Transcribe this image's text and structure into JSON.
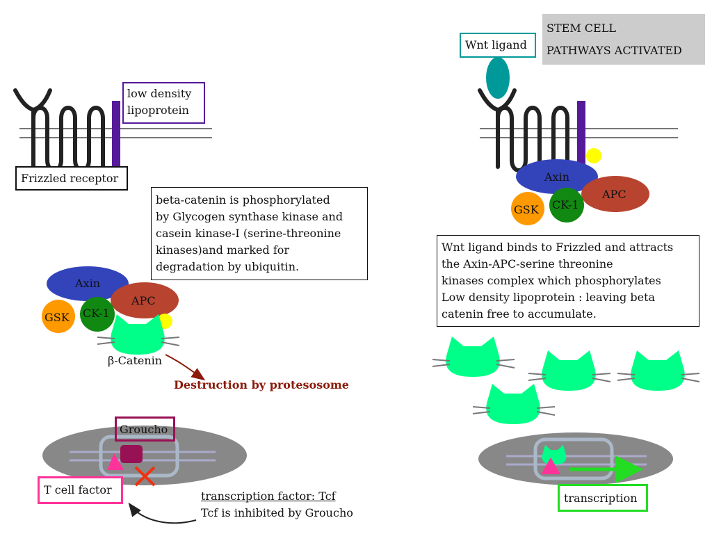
{
  "left": {
    "frizzled_label": "Frizzled receptor",
    "ldl_label_line1": "low density",
    "ldl_label_line2": "lipoprotein",
    "description": [
      "beta-catenin is phosphorylated",
      "by Glycogen synthase kinase and",
      "casein kinase-I (serine-threonine",
      "kinases)and marked for",
      "degradation by ubiquitin."
    ],
    "axin": "Axin",
    "apc": "APC",
    "gsk": "GSK",
    "ck1": "CK-1",
    "beta_catenin": "β-Catenin",
    "destruction": "Destruction by protesosome",
    "groucho": "Groucho",
    "t_cell_factor": "T cell factor",
    "tf_title": "transcription factor: Tcf",
    "tf_note": "Tcf is inhibited by Groucho"
  },
  "right": {
    "stem_line1": "STEM CELL",
    "stem_line2": "PATHWAYS ACTIVATED",
    "wnt_label": "Wnt ligand",
    "axin": "Axin",
    "apc": "APC",
    "gsk": "GSK",
    "ck1": "CK-1",
    "description": [
      "Wnt ligand binds to Frizzled and attracts",
      "the Axin-APC-serine threonine",
      "kinases complex  which phosphorylates",
      "Low density lipoprotein : leaving beta",
      "catenin free to accumulate."
    ],
    "transcription": "transcription"
  },
  "colors": {
    "axin": "#3344bb",
    "apc": "#b84430",
    "gsk": "#ff9900",
    "ck1": "#118811",
    "catenin": "#00ff88",
    "ldl": "#551a99",
    "wnt": "#009999",
    "groucho": "#991155",
    "tcf": "#ff3399",
    "nucleus": "#888888",
    "destruction_text": "#8b1a0a",
    "transcription_arrow": "#22dd22",
    "phosphate": "#ffff00"
  }
}
